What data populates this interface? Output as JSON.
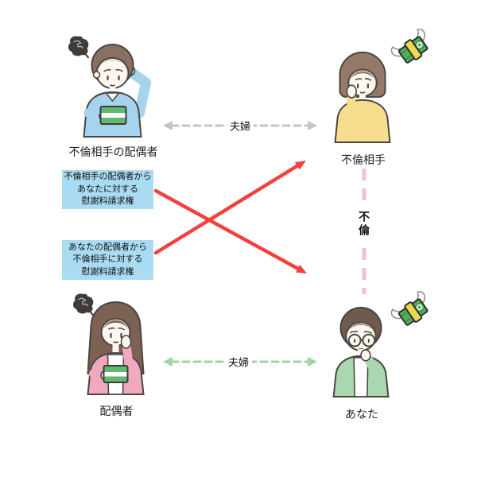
{
  "nodes": {
    "affair_partners_spouse": {
      "label": "不倫相手の配偶者"
    },
    "affair_partner": {
      "label": "不倫相手"
    },
    "spouse": {
      "label": "配偶者"
    },
    "you": {
      "label": "あなた"
    }
  },
  "claim_boxes": {
    "box1": {
      "lines": [
        "不倫相手の配偶者から",
        "あなたに対する",
        "慰謝料請求権"
      ]
    },
    "box2": {
      "lines": [
        "あなたの配偶者から",
        "不倫相手に対する",
        "慰謝料請求権"
      ]
    }
  },
  "relations": {
    "top_couple_label": "夫婦",
    "bottom_couple_label": "夫婦",
    "affair_label": "不倫"
  },
  "icons": {
    "money_top": "money-with-wings",
    "money_bottom": "money-with-wings",
    "scribble_top": "annoyed-scribble",
    "scribble_bottom": "annoyed-scribble"
  },
  "colors": {
    "claim-box-bg": "#a9dcf2",
    "arrow-red": "#f4403d",
    "dash-gray": "#c4c4c4",
    "dash-green": "#9fd4a5",
    "dash-pink": "#f3c3c3",
    "sweater-blue": "#a6d3ee",
    "sweater-yellow": "#f8dd8f",
    "cardigan-pink": "#f0a9bd",
    "cardigan-green": "#aad7b0",
    "passbook-green": "#5fba6e",
    "money-green": "#4db35a"
  }
}
